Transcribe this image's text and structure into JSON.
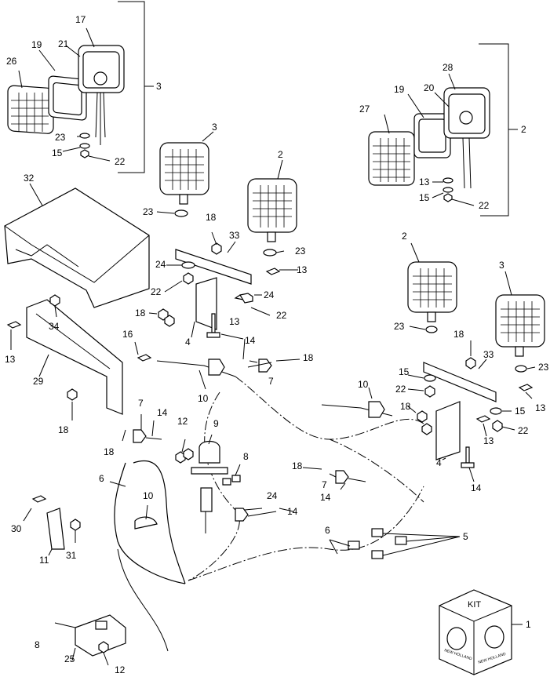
{
  "callouts": {
    "c1": "1",
    "c2a": "2",
    "c2b": "2",
    "c2c": "2",
    "c3a": "3",
    "c3b": "3",
    "c3c": "3",
    "c4a": "4",
    "c4b": "4",
    "c5": "5",
    "c6a": "6",
    "c6b": "6",
    "c7a": "7",
    "c7b": "7",
    "c7c": "7",
    "c8a": "8",
    "c8b": "8",
    "c9": "9",
    "c10a": "10",
    "c10b": "10",
    "c10c": "10",
    "c11": "11",
    "c12a": "12",
    "c12b": "12",
    "c13a": "13",
    "c13b": "13",
    "c13c": "13",
    "c13d": "13",
    "c13e": "13",
    "c13f": "13",
    "c14a": "14",
    "c14b": "14",
    "c14c": "14",
    "c14d": "14",
    "c14e": "14",
    "c15a": "15",
    "c15b": "15",
    "c15c": "15",
    "c15d": "15",
    "c16": "16",
    "c17": "17",
    "c18a": "18",
    "c18b": "18",
    "c18c": "18",
    "c18d": "18",
    "c18e": "18",
    "c18f": "18",
    "c18g": "18",
    "c18h": "18",
    "c19a": "19",
    "c19b": "19",
    "c20": "20",
    "c21": "21",
    "c22a": "22",
    "c22b": "22",
    "c22c": "22",
    "c22d": "22",
    "c22e": "22",
    "c22f": "22",
    "c23a": "23",
    "c23b": "23",
    "c23c": "23",
    "c23d": "23",
    "c23e": "23",
    "c24a": "24",
    "c24b": "24",
    "c24c": "24",
    "c25": "25",
    "c26": "26",
    "c27": "27",
    "c28": "28",
    "c29": "29",
    "c30": "30",
    "c31": "31",
    "c32": "32",
    "c33a": "33",
    "c33b": "33",
    "c34": "34"
  },
  "kit_box": {
    "label": "KIT",
    "brand_left": "NEW HOLLAND",
    "brand_right": "NEW HOLLAND"
  }
}
